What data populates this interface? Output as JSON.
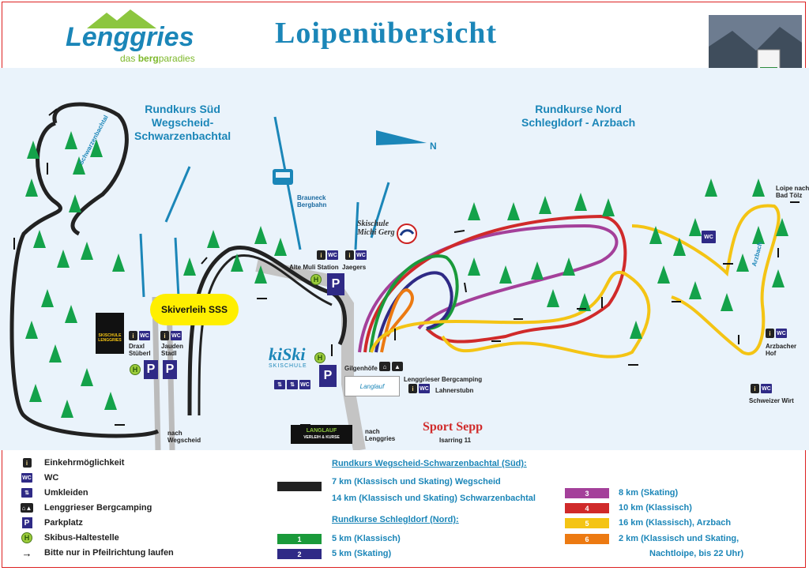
{
  "header": {
    "title": "Loipenübersicht",
    "logo_name": "Lenggries",
    "logo_sub_prefix": "das ",
    "logo_sub_bold": "berg",
    "logo_sub_suffix": "paradies"
  },
  "map": {
    "region_south": "Rundkurs Süd\nWegscheid-\nSchwarzenbachtal",
    "region_north": "Rundkurse Nord\nSchlegldorf - Arzbach",
    "north_marker": "N",
    "trail_label_schwarzenbachtal": "Schwarzenbachtal",
    "trail_label_arzbach": "Arzbach",
    "brauneck": "Brauneck\nBergbahn",
    "alte_muli": "Alte Muli Station",
    "jaegers": "Jaegers",
    "skischule_michi": "Skischule\nMichi Gerg",
    "skiverleih": "Skiverleih SSS",
    "draxl": "Draxl\nStüberl",
    "jauden": "Jauden\nStadl",
    "skischule_lenggries": "SKISCHULE\nLENGGRIES",
    "kiski": "kiSki",
    "kiski_sub": "SKISCHULE",
    "gilgenhoefe": "Gilgenhöfe",
    "bergcamping": "Lenggrieser Bergcamping",
    "lahnerstubn": "Lahnerstubn",
    "langlauf_sign": "Langlauf",
    "langlauf_box": "LANGLAUF",
    "langlauf_box_sub": "VERLEIH & KURSE",
    "sport_sepp": "Sport Sepp",
    "sport_sepp_addr": "Isarring 11",
    "nach_wegscheid": "nach\nWegscheid",
    "nach_lenggries": "nach\nLenggries",
    "loipe_badtoelz": "Loipe nach\nBad Tölz",
    "arzbacher_hof": "Arzbacher\nHof",
    "schweizer_wirt": "Schweizer Wirt",
    "wc": "WC",
    "parking": "P",
    "bus": "H"
  },
  "legend": {
    "items": [
      {
        "icon": "info",
        "label": "Einkehrmöglichkeit"
      },
      {
        "icon": "wc",
        "label": "WC"
      },
      {
        "icon": "changing",
        "label": "Umkleiden"
      },
      {
        "icon": "camping",
        "label": "Lenggrieser Bergcamping"
      },
      {
        "icon": "parking",
        "label": "Parkplatz"
      },
      {
        "icon": "bus",
        "label": "Skibus-Haltestelle"
      },
      {
        "icon": "arrow",
        "label": "Bitte nur in Pfeilrichtung laufen"
      }
    ],
    "south_head": "Rundkurs Wegscheid-Schwarzenbachtal (Süd):",
    "south_line1": "7 km   (Klassisch und Skating) Wegscheid",
    "south_line2": "14 km (Klassisch und Skating) Schwarzenbachtal",
    "north_head": "Rundkurse Schlegldorf (Nord):",
    "routes": [
      {
        "num": "1",
        "color": "#1a9a3a",
        "text": "5 km   (Klassisch)"
      },
      {
        "num": "2",
        "color": "#2f2a86",
        "text": "5 km   (Skating)"
      },
      {
        "num": "3",
        "color": "#a4409a",
        "text": "8 km   (Skating)"
      },
      {
        "num": "4",
        "color": "#d02a2a",
        "text": "10 km  (Klassisch)"
      },
      {
        "num": "5",
        "color": "#f4c414",
        "text": "16 km (Klassisch), Arzbach"
      },
      {
        "num": "6",
        "color": "#ec7a12",
        "text": "2 km   (Klassisch und Skating,"
      }
    ],
    "route6_extra": "Nachtloipe, bis 22 Uhr)"
  }
}
